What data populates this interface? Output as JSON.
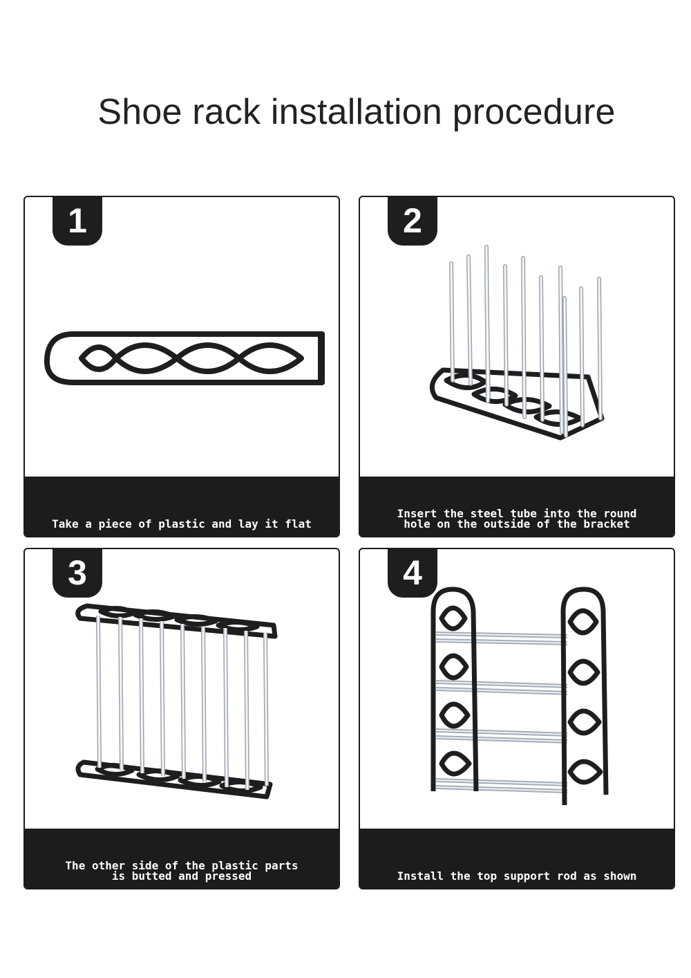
{
  "page": {
    "title": "Shoe rack installation procedure"
  },
  "steps": [
    {
      "number": "1",
      "caption": "Take a piece of plastic and lay it flat"
    },
    {
      "number": "2",
      "caption": "Insert the steel tube into the round\nhole on the outside of the bracket"
    },
    {
      "number": "3",
      "caption": "The other side of the plastic parts\nis butted and pressed"
    },
    {
      "number": "4",
      "caption": "Install the top support rod as shown"
    }
  ],
  "colors": {
    "frame": "#1a1a1a",
    "caption_bar": "#1c1c1c",
    "tube": "#e8ecf0"
  }
}
